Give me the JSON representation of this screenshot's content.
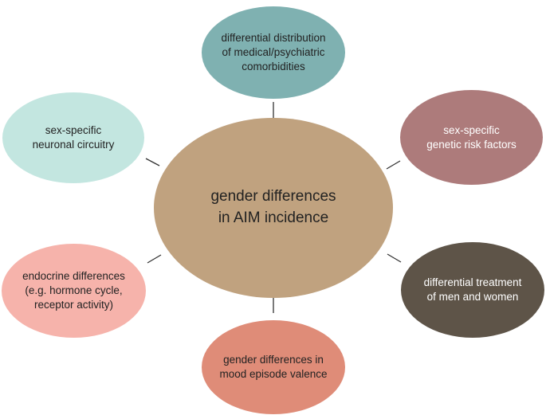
{
  "diagram": {
    "center": {
      "label": "gender differences\nin AIM incidence",
      "color": "#c0a27f"
    },
    "nodes": [
      {
        "id": "top",
        "label": "differential distribution\nof medical/psychiatric\ncomorbidities",
        "color": "#7fb1b1",
        "text_color": "#222222"
      },
      {
        "id": "upper-left",
        "label": "sex-specific\nneuronal circuitry",
        "color": "#c3e6e0",
        "text_color": "#222222"
      },
      {
        "id": "upper-right",
        "label": "sex-specific\ngenetic risk factors",
        "color": "#ad7b7b",
        "text_color": "#ffffff"
      },
      {
        "id": "lower-left",
        "label": "endocrine differences\n(e.g. hormone cycle,\nreceptor activity)",
        "color": "#f6b3ab",
        "text_color": "#222222"
      },
      {
        "id": "lower-right",
        "label": "differential treatment\nof men and women",
        "color": "#5e5448",
        "text_color": "#ffffff"
      },
      {
        "id": "bottom",
        "label": "gender differences in\nmood episode valence",
        "color": "#df8c78",
        "text_color": "#222222"
      }
    ],
    "connector_color": "#333333"
  }
}
